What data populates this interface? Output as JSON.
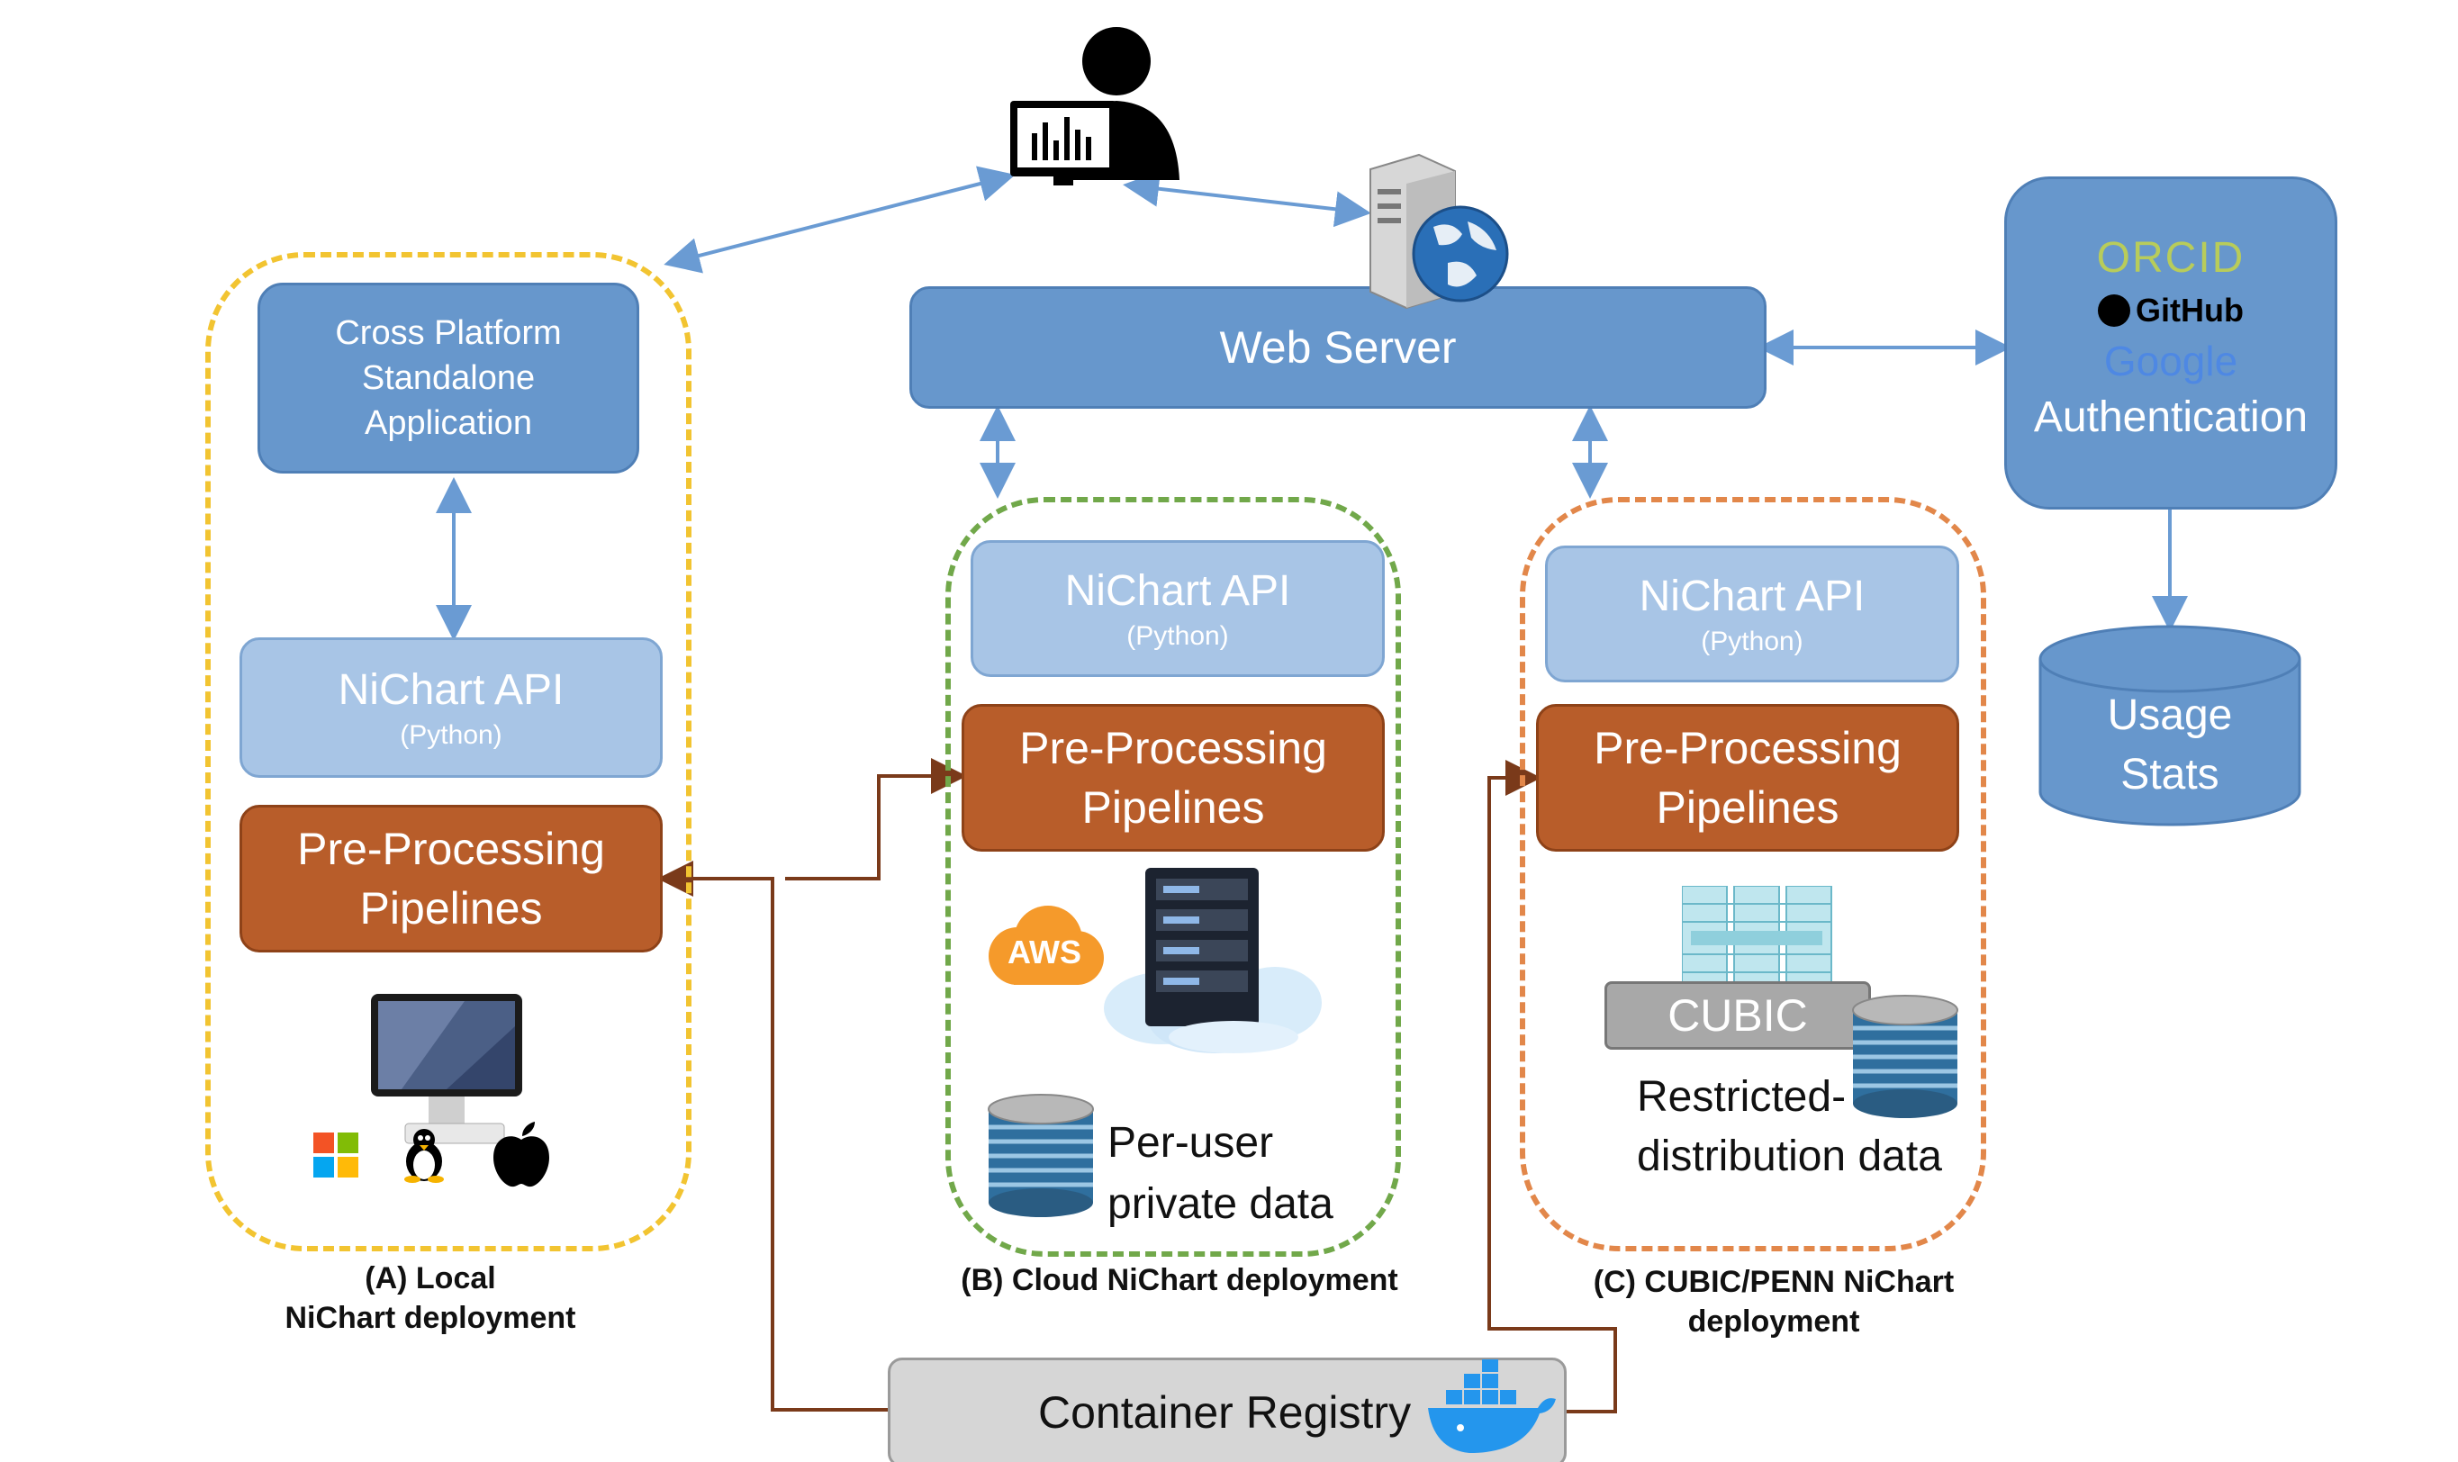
{
  "colors": {
    "box_blue": "#6797cc",
    "api_blue": "#a8c5e6",
    "pipeline_orange": "#b85d2a",
    "local_border": "#f2c431",
    "cloud_border": "#71a84a",
    "cubic_border": "#e2874a",
    "arrow_blue": "#6a9bd3",
    "arrow_brown": "#7a3a1a"
  },
  "top": {
    "user_icon": "user-at-monitor-icon",
    "server_icon": "web-server-globe-icon"
  },
  "web_server": {
    "label": "Web Server"
  },
  "auth": {
    "orcid": "ORCID",
    "github": "GitHub",
    "google": "Google",
    "label": "Authentication"
  },
  "usage": {
    "line1": "Usage",
    "line2": "Stats"
  },
  "local": {
    "app_line1": "Cross Platform",
    "app_line2": "Standalone",
    "app_line3": "Application",
    "api_title": "NiChart API",
    "api_sub": "(Python)",
    "pipe_line1": "Pre-Processing",
    "pipe_line2": "Pipelines",
    "caption_line1": "(A) Local",
    "caption_line2": "NiChart deployment",
    "icons": [
      "imac-icon",
      "windows-icon",
      "linux-icon",
      "apple-icon"
    ]
  },
  "cloud": {
    "api_title": "NiChart API",
    "api_sub": "(Python)",
    "pipe_line1": "Pre-Processing",
    "pipe_line2": "Pipelines",
    "aws": "AWS",
    "data_line1": "Per-user",
    "data_line2": "private data",
    "caption": "(B) Cloud NiChart deployment",
    "icons": [
      "aws-cloud-icon",
      "server-rack-cloud-icon",
      "database-icon"
    ]
  },
  "cubic": {
    "api_title": "NiChart API",
    "api_sub": "(Python)",
    "pipe_line1": "Pre-Processing",
    "pipe_line2": "Pipelines",
    "cubic_label": "CUBIC",
    "data_line1": "Restricted-",
    "data_line2": "distribution data",
    "caption": "(C) CUBIC/PENN NiChart deployment",
    "icons": [
      "cluster-icon",
      "database-icon"
    ]
  },
  "registry": {
    "label": "Container Registry",
    "icon": "docker-whale-icon"
  }
}
